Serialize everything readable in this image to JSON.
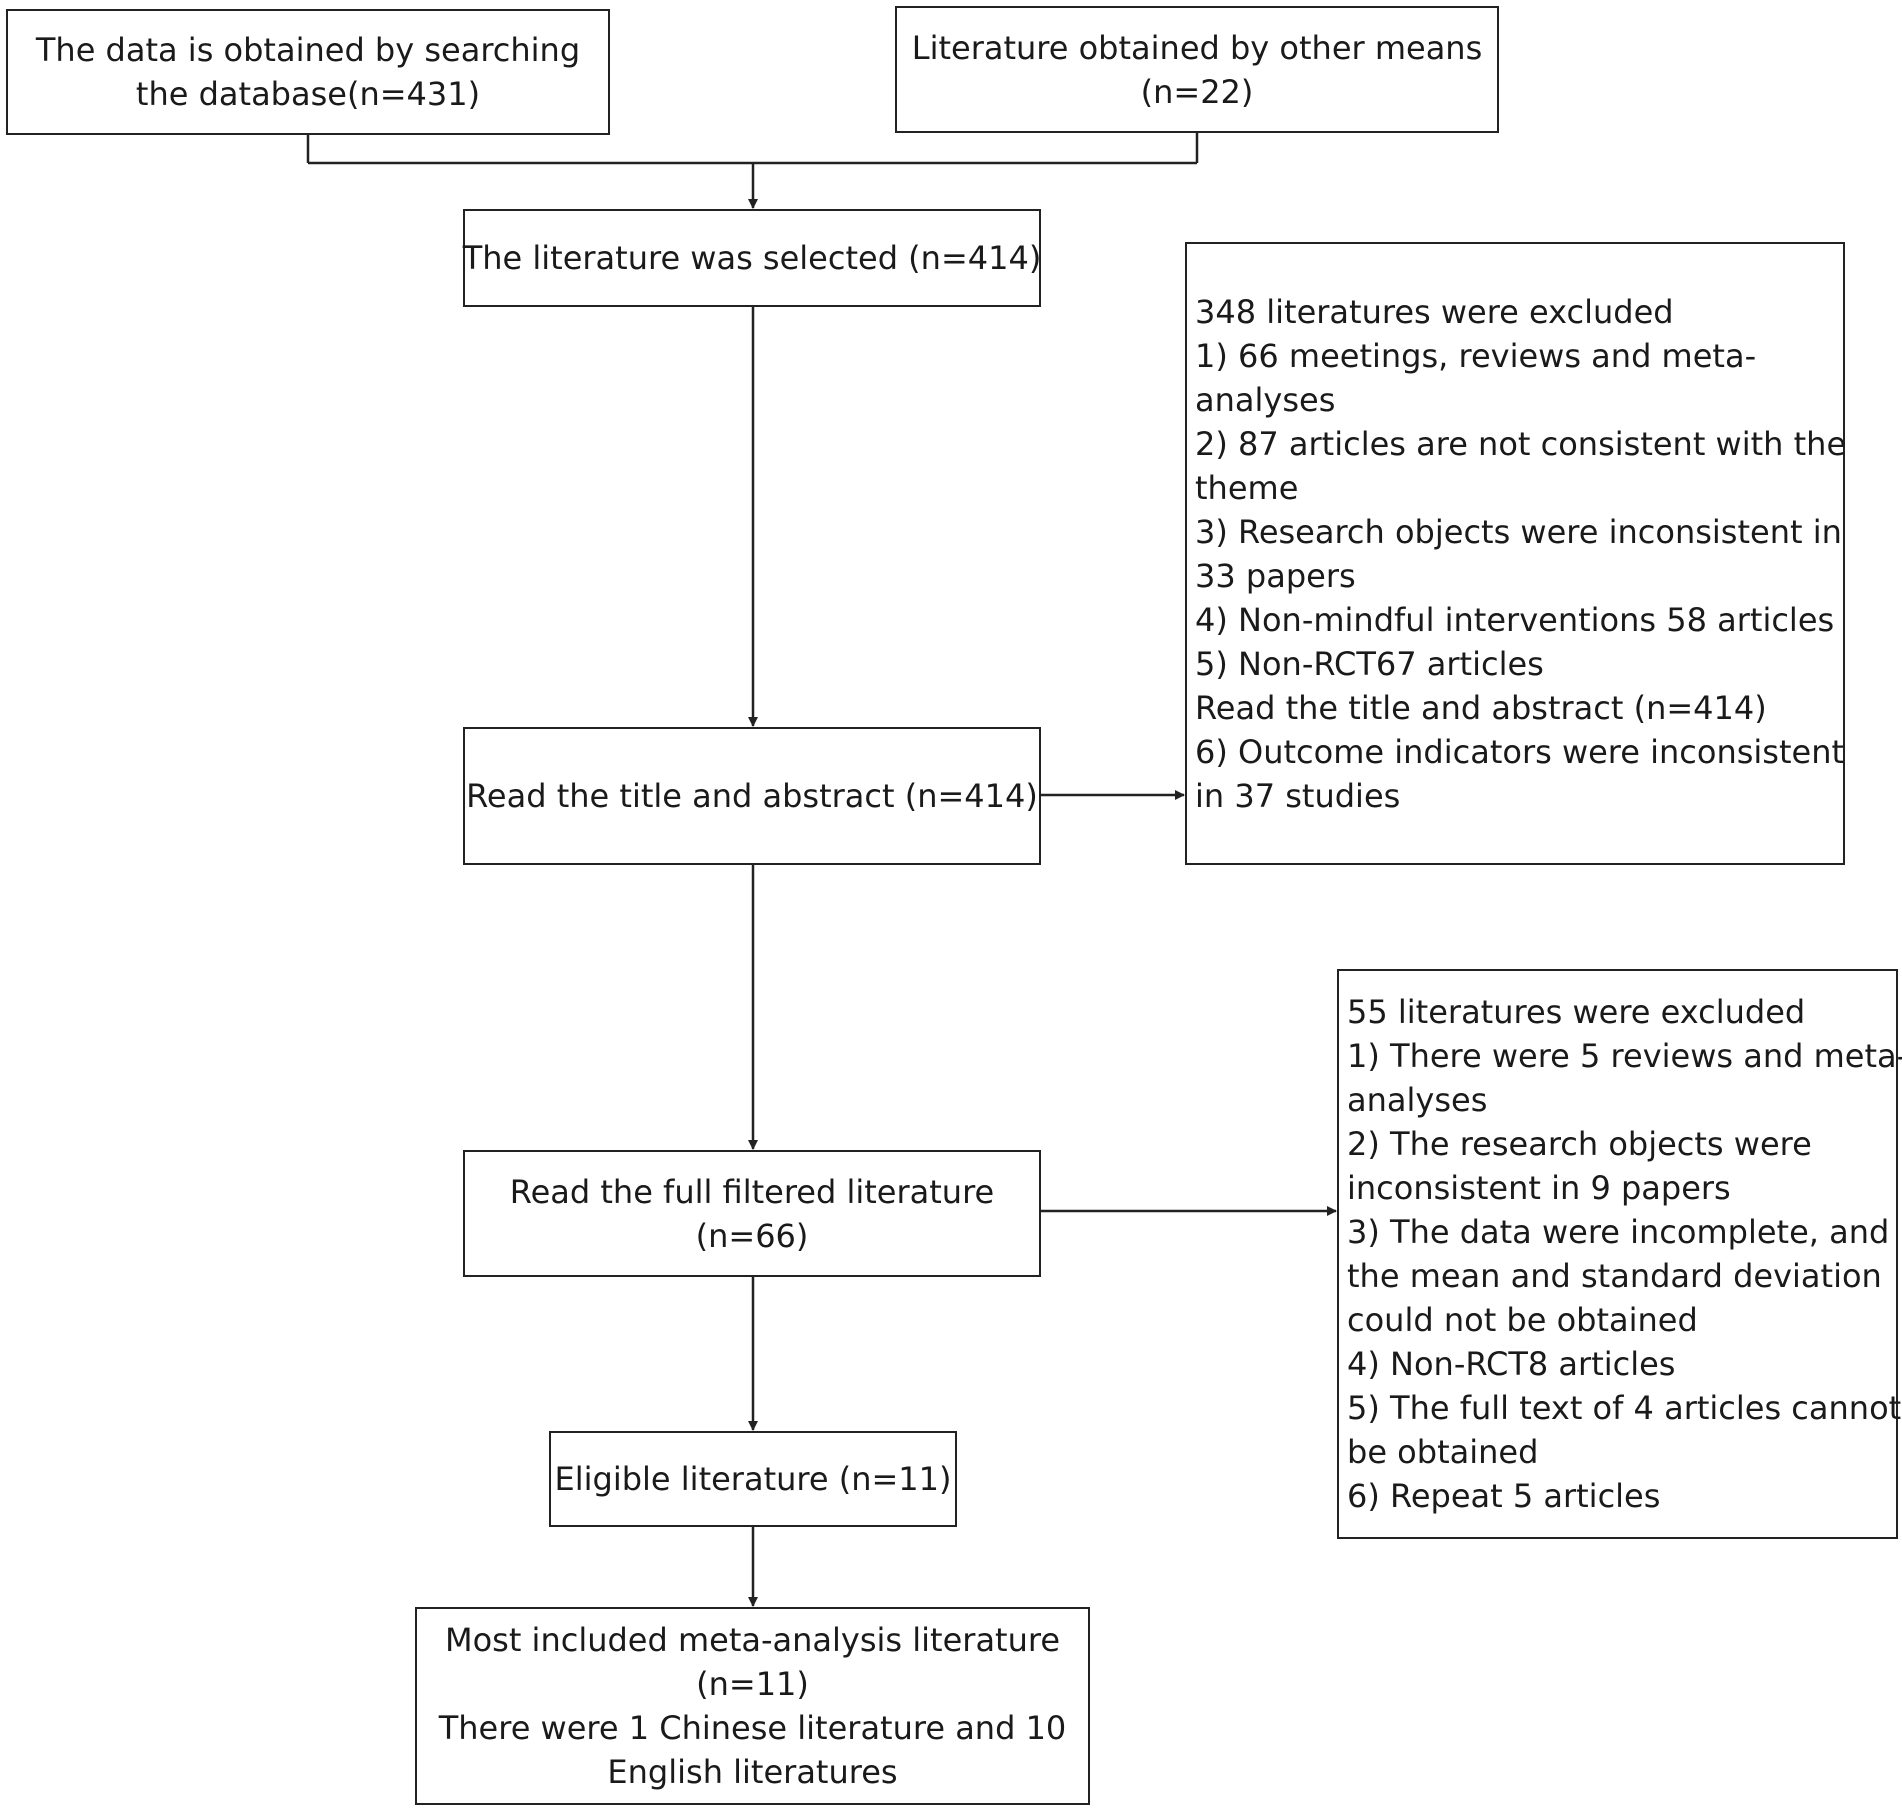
{
  "boxes": {
    "database_search": {
      "lines": [
        "The data is obtained by searching",
        "the database(n=431)"
      ]
    },
    "other_means": {
      "lines": [
        "Literature obtained by other means",
        "(n=22)"
      ]
    },
    "selected": {
      "lines": [
        "The literature was selected (n=414)"
      ]
    },
    "title_abstract": {
      "lines": [
        "Read the title and abstract (n=414)"
      ]
    },
    "full_text": {
      "lines": [
        "Read the full filtered literature",
        "(n=66)"
      ]
    },
    "eligible": {
      "lines": [
        "Eligible literature (n=11)"
      ]
    },
    "included": {
      "lines": [
        "Most included meta-analysis literature",
        "(n=11)",
        "There were 1 Chinese literature and 10",
        "English literatures"
      ]
    },
    "excluded_1": {
      "lines": [
        "348 literatures were excluded",
        "1) 66 meetings, reviews and meta-",
        "analyses",
        "2) 87 articles are not consistent with the",
        "theme",
        "3) Research objects were inconsistent in",
        "33 papers",
        "4) Non-mindful interventions 58 articles",
        "5) Non-RCT67 articles",
        "Read the title and abstract (n=414)",
        "6) Outcome indicators were inconsistent",
        "in 37 studies"
      ]
    },
    "excluded_2": {
      "lines": [
        "55 literatures were excluded",
        "1) There were 5 reviews and meta-",
        "analyses",
        "2) The research objects were",
        "inconsistent in 9 papers",
        "3) The data were incomplete, and",
        "the mean and standard deviation",
        "could not be obtained",
        "4) Non-RCT8 articles",
        "5) The full text of 4 articles cannot",
        "be obtained",
        "6) Repeat 5 articles"
      ]
    }
  }
}
